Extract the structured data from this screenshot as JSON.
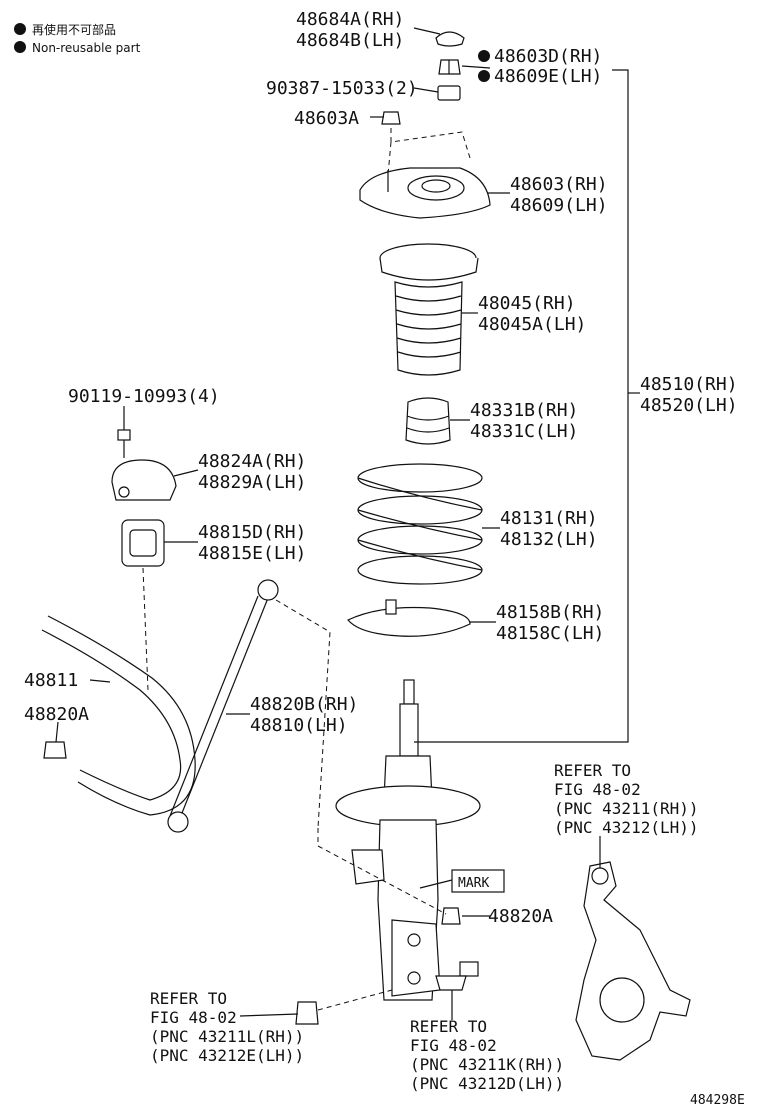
{
  "legend": {
    "line1": "再使用不可部品",
    "line2": "Non-reusable part"
  },
  "diagram_id": "484298E",
  "labels": {
    "l48684": [
      "48684A(RH)",
      "48684B(LH)"
    ],
    "l48603d": [
      "48603D(RH)",
      "48609E(LH)"
    ],
    "l90387": [
      "90387-15033(2)"
    ],
    "l48603a": [
      "48603A"
    ],
    "l48603": [
      "48603(RH)",
      "48609(LH)"
    ],
    "l48045": [
      "48045(RH)",
      "48045A(LH)"
    ],
    "l48510": [
      "48510(RH)",
      "48520(LH)"
    ],
    "l90119": [
      "90119-10993(4)"
    ],
    "l48331": [
      "48331B(RH)",
      "48331C(LH)"
    ],
    "l48824": [
      "48824A(RH)",
      "48829A(LH)"
    ],
    "l48131": [
      "48131(RH)",
      "48132(LH)"
    ],
    "l48815": [
      "48815D(RH)",
      "48815E(LH)"
    ],
    "l48158": [
      "48158B(RH)",
      "48158C(LH)"
    ],
    "l48811": [
      "48811"
    ],
    "l48820b": [
      "48820B(RH)",
      "48810(LH)"
    ],
    "l48820a_left": [
      "48820A"
    ],
    "l48820a_right": [
      "48820A"
    ],
    "mark": "MARK",
    "ref_knuckle": [
      "REFER TO",
      "FIG 48-02",
      "(PNC 43211(RH))",
      "(PNC 43212(LH))"
    ],
    "ref_bolt_left": [
      "REFER TO",
      "FIG 48-02",
      "(PNC 43211L(RH))",
      "(PNC 43212E(LH))"
    ],
    "ref_bolt_bottom": [
      "REFER TO",
      "FIG 48-02",
      "(PNC 43211K(RH))",
      "(PNC 43212D(LH))"
    ]
  }
}
